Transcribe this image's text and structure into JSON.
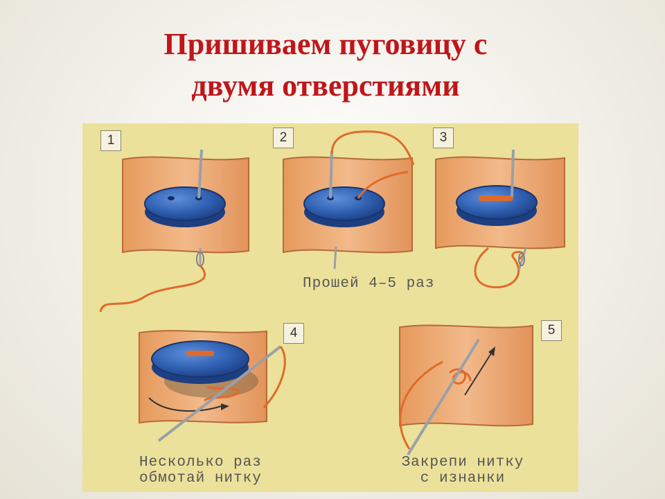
{
  "slide": {
    "title_line1": "Пришиваем пуговицу с",
    "title_line2": "двумя отверстиями"
  },
  "steps": [
    {
      "number": "1"
    },
    {
      "number": "2"
    },
    {
      "number": "3"
    },
    {
      "number": "4"
    },
    {
      "number": "5"
    }
  ],
  "captions": {
    "sew": "Прошей 4–5 раз",
    "wrap_line1": "Несколько раз",
    "wrap_line2": "обмотай нитку",
    "fasten_line1": "Закрепи нитку",
    "fasten_line2": "с изнанки"
  },
  "colors": {
    "title": "#c0161a",
    "panel_bg": "#ebe19a",
    "fabric": "#e8a06a",
    "button": "#2f5fb0",
    "thread": "#e06a2a"
  }
}
